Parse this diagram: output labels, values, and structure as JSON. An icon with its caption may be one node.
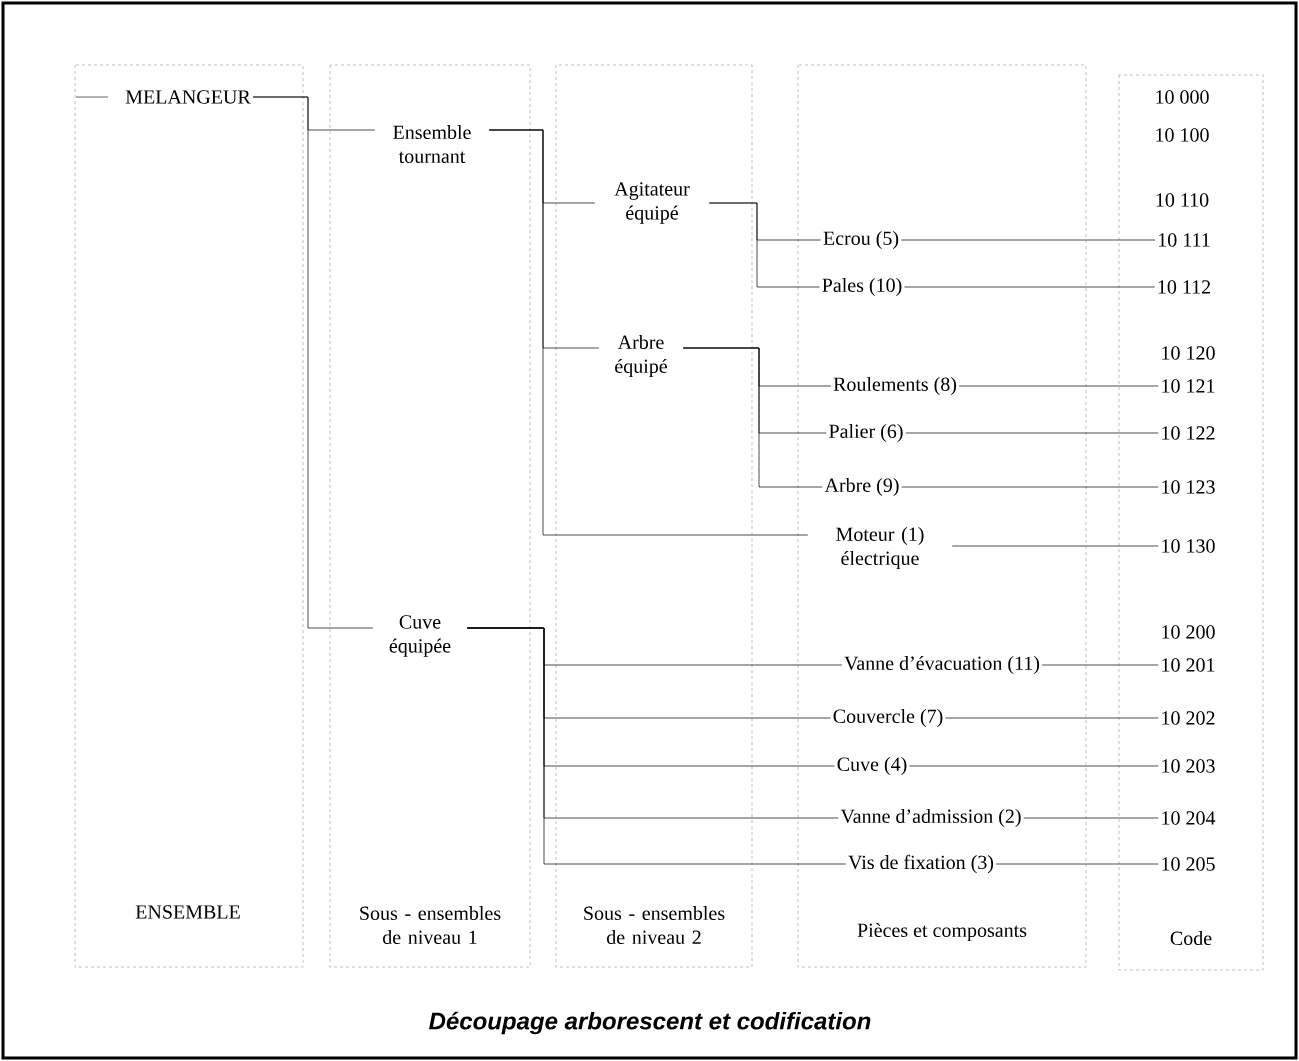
{
  "diagram": {
    "caption": "Découpage arborescent et codification",
    "nodes": [
      {
        "text": [
          "ENSEMBLE"
        ]
      },
      {
        "text": [
          "Sous - ensembles de niveau 1"
        ]
      },
      {
        "text": [
          "Sous - ensembles de niveau 2"
        ]
      },
      {
        "text": [
          "Pièces et composants"
        ]
      },
      {
        "text": [
          "Code"
        ]
      },
      {
        "text": [
          "MELANGEUR"
        ],
        "in": 0
      },
      {
        "text": [
          "Ensemble tournant"
        ],
        "in": 1
      },
      {
        "text": [
          "Cuve équipée"
        ],
        "in": 1
      },
      {
        "text": [
          "Agitateur équipé"
        ],
        "in": 2
      },
      {
        "text": [
          "Arbre équipé"
        ],
        "in": 2
      },
      {
        "text": [
          "Ecrou (5)"
        ],
        "in": 3
      },
      {
        "text": [
          "Pales (10)"
        ],
        "in": 3
      },
      {
        "text": [
          "Roulements (8)"
        ],
        "in": 3
      },
      {
        "text": [
          "Palier (6)"
        ],
        "in": 3
      },
      {
        "text": [
          "Arbre (9)"
        ],
        "in": 3
      },
      {
        "text": [
          "Moteur (1) électrique"
        ],
        "in": 3
      },
      {
        "text": [
          "Vanne d’évacuation (11)"
        ],
        "in": 3
      },
      {
        "text": [
          "Couvercle (7)"
        ],
        "in": 3
      },
      {
        "text": [
          "Cuve (4)"
        ],
        "in": 3
      },
      {
        "text": [
          "Vanne d’admission (2)"
        ],
        "in": 3
      },
      {
        "text": [
          "Vis de fixation (3)"
        ],
        "in": 3
      },
      {
        "text": [
          "10 111"
        ],
        "in": 4
      },
      {
        "text": [
          "10 112"
        ],
        "in": 4
      },
      {
        "text": [
          "10 121"
        ],
        "in": 4
      },
      {
        "text": [
          "10 122"
        ],
        "in": 4
      },
      {
        "text": [
          "10 123"
        ],
        "in": 4
      },
      {
        "text": [
          "10 130"
        ],
        "in": 4
      },
      {
        "text": [
          "10 201"
        ],
        "in": 4
      },
      {
        "text": [
          "10 202"
        ],
        "in": 4
      },
      {
        "text": [
          "10 203"
        ],
        "in": 4
      },
      {
        "text": [
          "10 204"
        ],
        "in": 4
      },
      {
        "text": [
          "10 205"
        ],
        "in": 4
      }
    ],
    "edges": [
      {
        "from": 5,
        "to": 6,
        "arrow": "none"
      },
      {
        "from": 5,
        "to": 7,
        "arrow": "none"
      },
      {
        "from": 6,
        "to": 8,
        "arrow": "none"
      },
      {
        "from": 6,
        "to": 9,
        "arrow": "none"
      },
      {
        "from": 6,
        "to": 15,
        "arrow": "none"
      },
      {
        "from": 8,
        "to": 10,
        "arrow": "none"
      },
      {
        "from": 8,
        "to": 11,
        "arrow": "none"
      },
      {
        "from": 9,
        "to": 12,
        "arrow": "none"
      },
      {
        "from": 9,
        "to": 13,
        "arrow": "none"
      },
      {
        "from": 9,
        "to": 14,
        "arrow": "none"
      },
      {
        "from": 7,
        "to": 16,
        "arrow": "none"
      },
      {
        "from": 7,
        "to": 17,
        "arrow": "none"
      },
      {
        "from": 7,
        "to": 18,
        "arrow": "none"
      },
      {
        "from": 7,
        "to": 19,
        "arrow": "none"
      },
      {
        "from": 7,
        "to": 20,
        "arrow": "none"
      },
      {
        "from": 10,
        "to": 21,
        "arrow": "none"
      },
      {
        "from": 11,
        "to": 22,
        "arrow": "none"
      },
      {
        "from": 12,
        "to": 23,
        "arrow": "none"
      },
      {
        "from": 13,
        "to": 24,
        "arrow": "none"
      },
      {
        "from": 14,
        "to": 25,
        "arrow": "none"
      },
      {
        "from": 15,
        "to": 26,
        "arrow": "none"
      },
      {
        "from": 16,
        "to": 27,
        "arrow": "none"
      },
      {
        "from": 17,
        "to": 28,
        "arrow": "none"
      },
      {
        "from": 18,
        "to": 29,
        "arrow": "none"
      },
      {
        "from": 19,
        "to": 30,
        "arrow": "none"
      },
      {
        "from": 20,
        "to": 31,
        "arrow": "none"
      }
    ],
    "labels": [
      "10 000",
      "10 100",
      "10 110",
      "10 120",
      "10 200"
    ]
  }
}
